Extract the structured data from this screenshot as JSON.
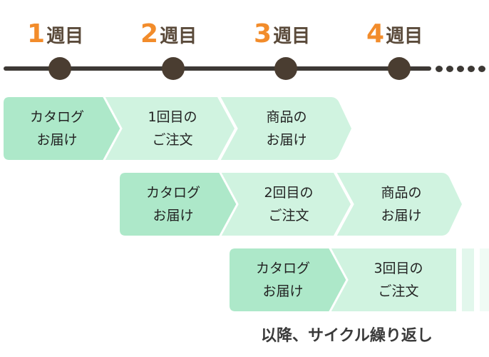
{
  "weeks": [
    {
      "num": "1",
      "label": "週目"
    },
    {
      "num": "2",
      "label": "週目"
    },
    {
      "num": "3",
      "label": "週目"
    },
    {
      "num": "4",
      "label": "週目"
    }
  ],
  "colors": {
    "accent": "#f28c2b",
    "week_label": "#5a4a3a",
    "timeline": "#3d3935",
    "dot": "#4a3d31",
    "step_dark": "#ade8c9",
    "step_light": "#d0f3e0"
  },
  "rows": [
    {
      "steps": [
        {
          "line1": "カタログ",
          "line2": "お届け"
        },
        {
          "line1": "1回目の",
          "line2": "ご注文"
        },
        {
          "line1": "商品の",
          "line2": "お届け"
        }
      ]
    },
    {
      "steps": [
        {
          "line1": "カタログ",
          "line2": "お届け"
        },
        {
          "line1": "2回目の",
          "line2": "ご注文"
        },
        {
          "line1": "商品の",
          "line2": "お届け"
        }
      ]
    },
    {
      "steps": [
        {
          "line1": "カタログ",
          "line2": "お届け"
        },
        {
          "line1": "3回目の",
          "line2": "ご注文"
        }
      ]
    }
  ],
  "footer_note": "以降、サイクル繰り返し"
}
